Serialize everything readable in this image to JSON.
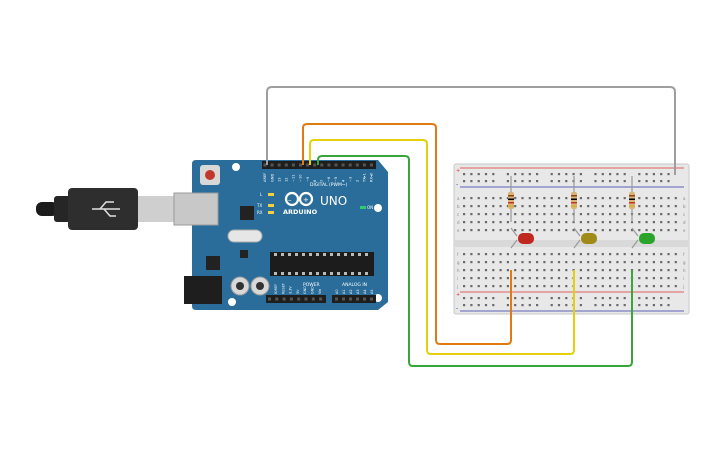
{
  "board": {
    "brand": "ARDUINO",
    "model": "UNO",
    "on_label": "ON",
    "l_label": "L",
    "tx_label": "TX",
    "rx_label": "RX",
    "digital_label": "DIGITAL (PWM~)",
    "power_label": "POWER",
    "analog_label": "ANALOG IN",
    "digital_pins": [
      "AREF",
      "GND",
      "13",
      "12",
      "~11",
      "~10",
      "~9",
      "8",
      "7",
      "~6",
      "~5",
      "4",
      "~3",
      "2",
      "TX▸1",
      "RX◂0"
    ],
    "power_pins": [
      "IOREF",
      "RESET",
      "3.3V",
      "5V",
      "GND",
      "GND",
      "Vin"
    ],
    "analog_pins": [
      "A0",
      "A1",
      "A2",
      "A3",
      "A4",
      "A5"
    ]
  },
  "breadboard": {
    "rail_plus": "+",
    "rail_minus": "-",
    "rows_top": [
      "a",
      "b",
      "c",
      "d",
      "e"
    ],
    "rows_bottom": [
      "f",
      "g",
      "h",
      "i",
      "j"
    ]
  },
  "leds": [
    {
      "color": "#c0271f",
      "name": "red"
    },
    {
      "color": "#a08a1a",
      "name": "yellow"
    },
    {
      "color": "#2aa52a",
      "name": "green"
    }
  ],
  "wires": {
    "gnd": "#9e9e9e",
    "orange": "#e07b12",
    "yellow": "#e4cf0b",
    "green": "#3aa63a"
  },
  "colors": {
    "board": "#2a6d9a",
    "breadboard": "#e8e8e8",
    "rail_red": "#d33",
    "rail_blue": "#33a"
  }
}
